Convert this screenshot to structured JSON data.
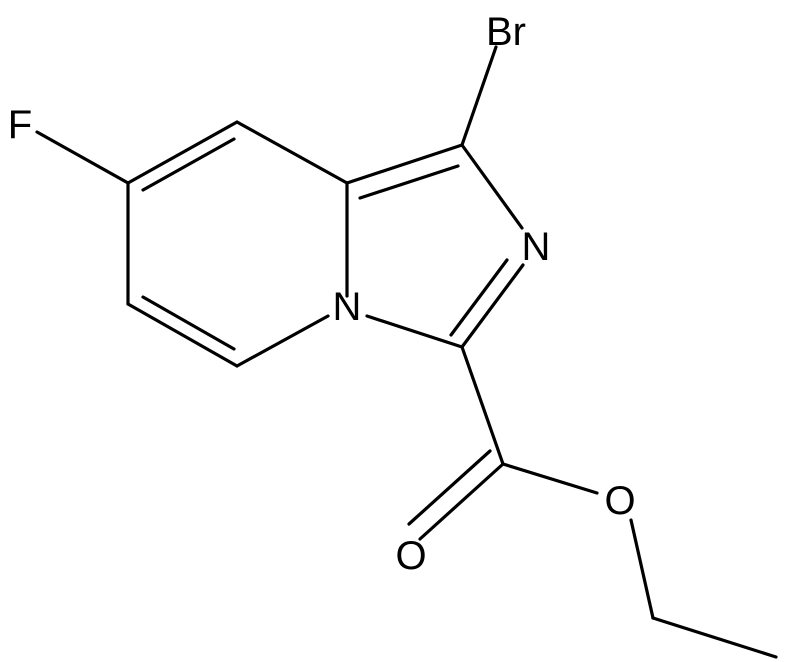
{
  "atoms": {
    "bromine": "Br",
    "fluorine": "F",
    "imidazole_nitrogen": "N",
    "bridgehead_nitrogen": "N",
    "carbonyl_oxygen": "O",
    "ester_oxygen": "O"
  },
  "colors": {
    "bond": "#000000",
    "background": "#ffffff"
  }
}
